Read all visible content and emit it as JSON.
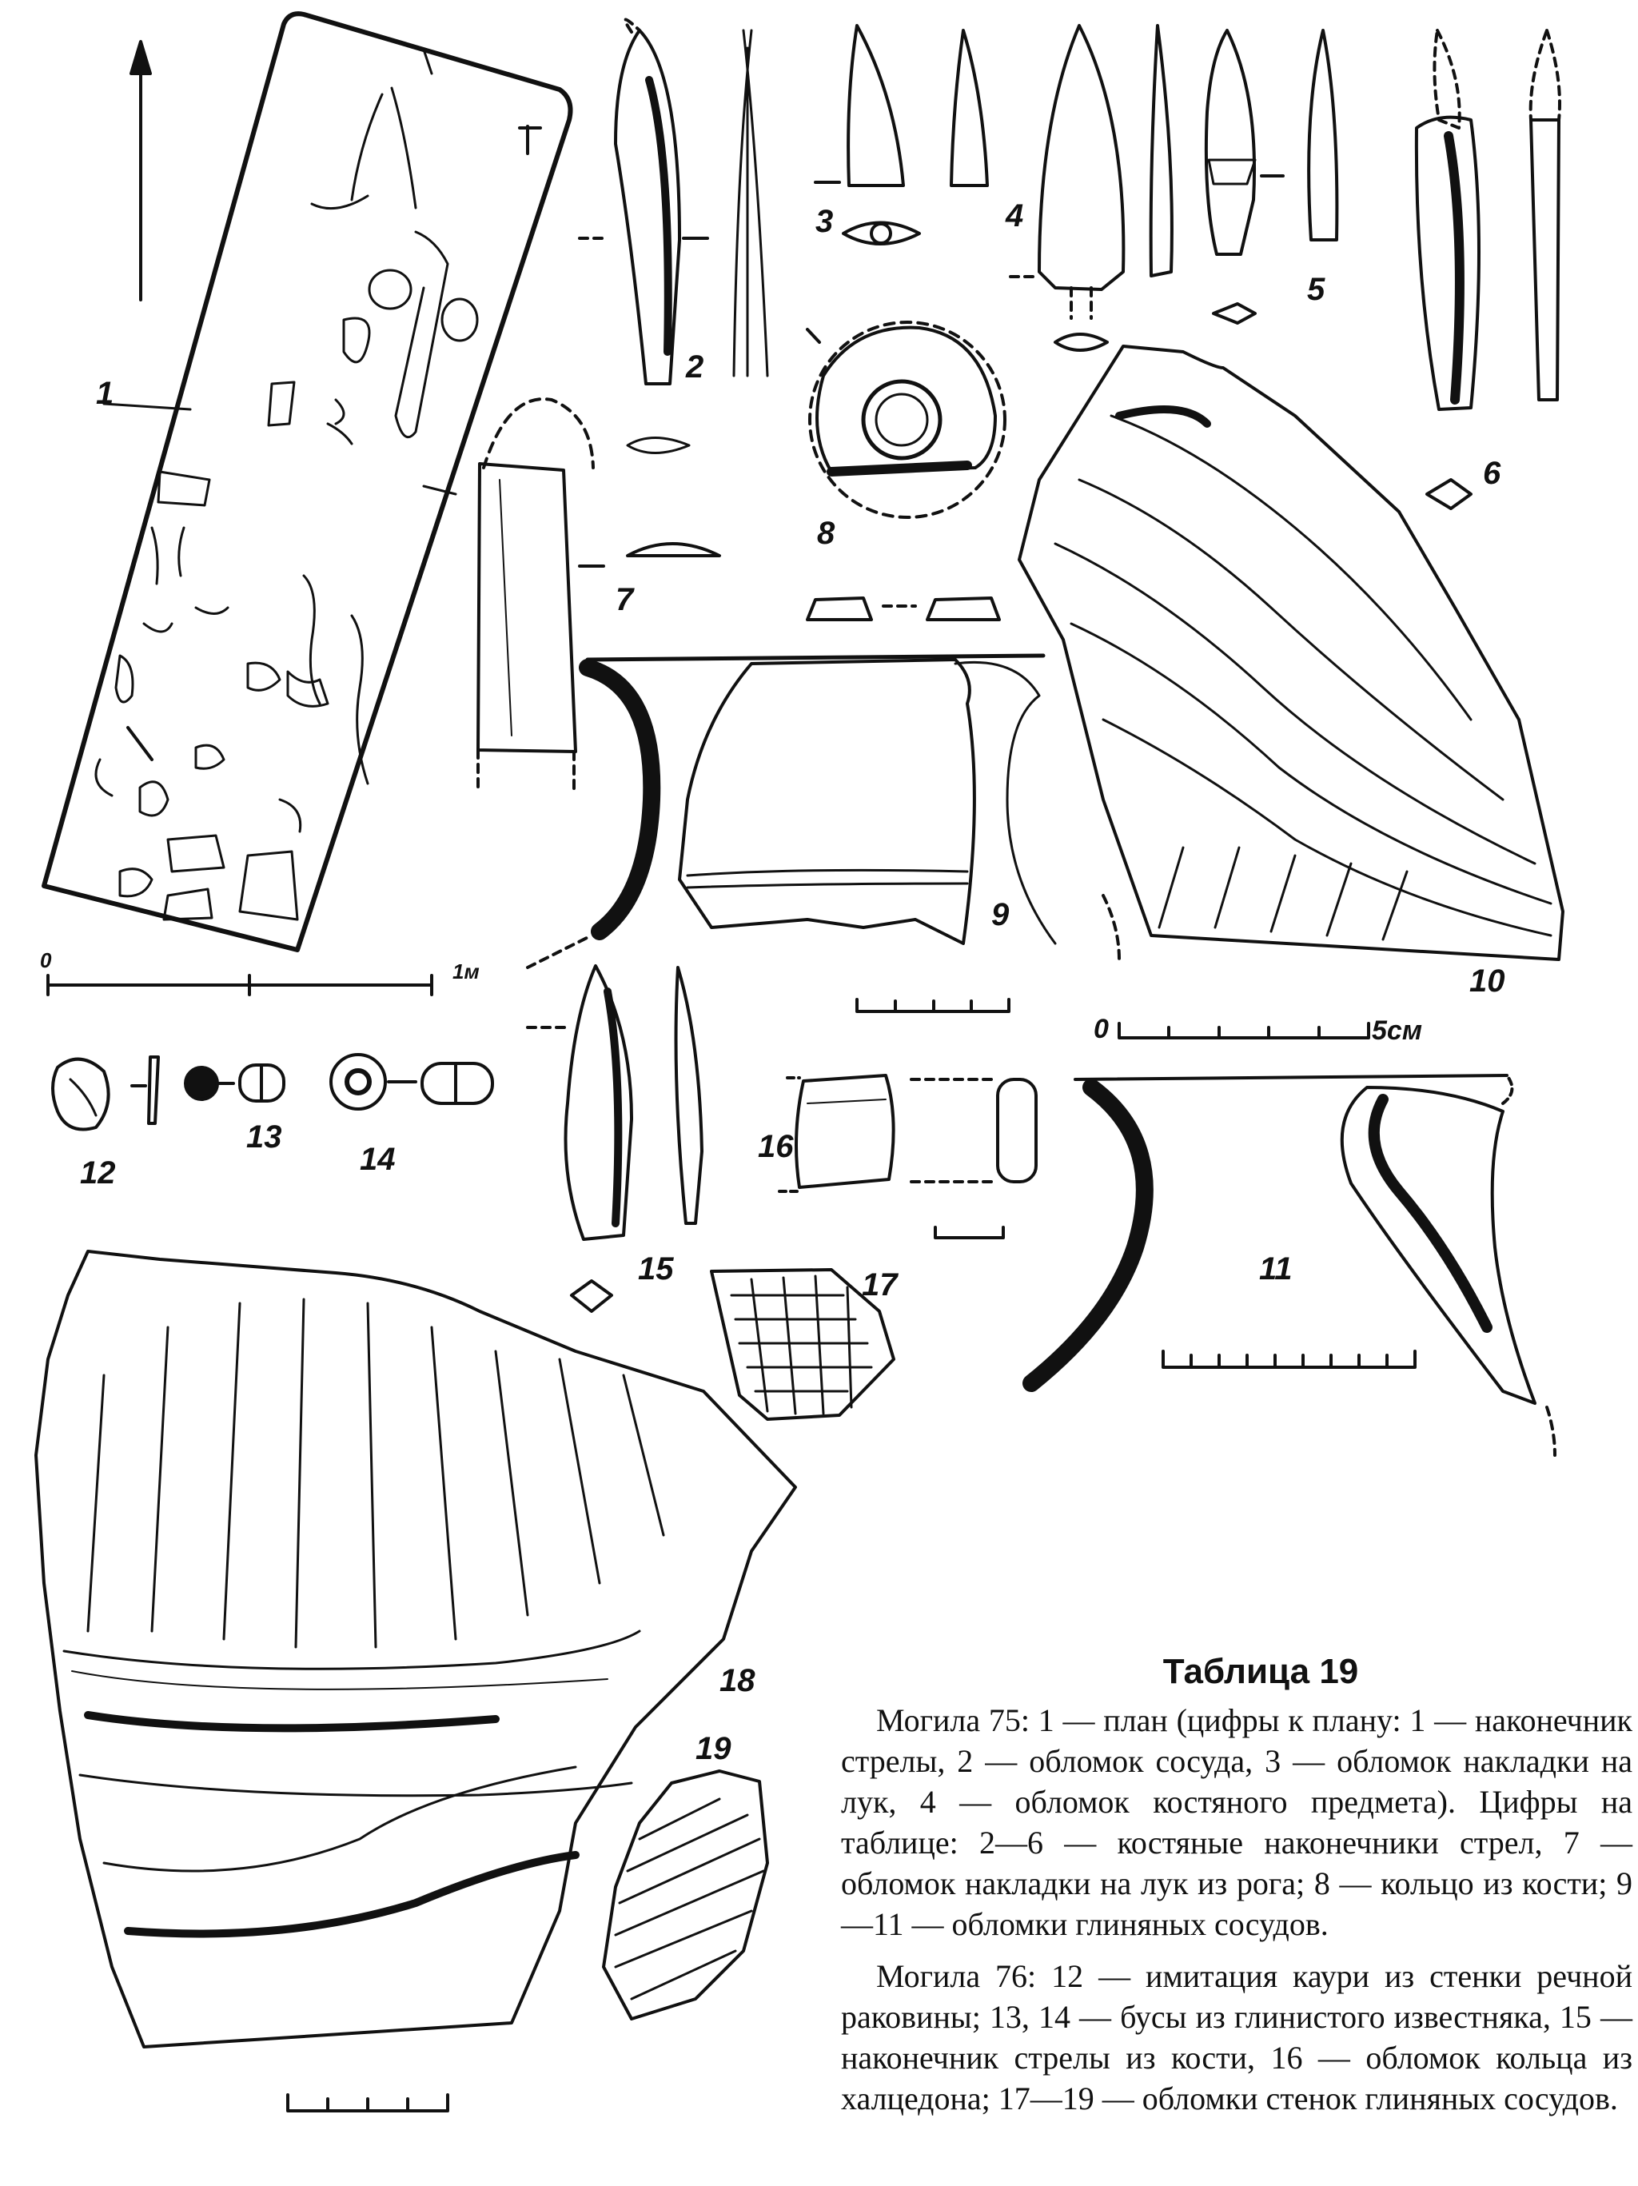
{
  "plate_title": "Таблица 19",
  "caption": {
    "grave75": "Могила 75: 1 — план (цифры к плану: 1 — наконечник стрелы, 2 — обломок сосуда, 3 — обломок накладки на лук, 4 — обломок костяного предмета). Цифры на таблице: 2—6 — костяные наконечники стрел, 7 — обломок накладки на лук из рога; 8 — кольцо из кости; 9—11 — обломки глиняных сосудов.",
    "grave76": "Могила 76: 12 — имитация каури из стенки речной раковины; 13, 14 — бусы из глинистого известняка, 15 — наконечник стрелы из кости, 16 — обломок кольца из халцедона; 17—19 — обломки стенок глиняных сосудов."
  },
  "figure_numbers": [
    "1",
    "2",
    "3",
    "4",
    "5",
    "6",
    "7",
    "8",
    "9",
    "10",
    "11",
    "12",
    "13",
    "14",
    "15",
    "16",
    "17",
    "18",
    "19"
  ],
  "scale_labels": {
    "plan_start": "0",
    "plan_end": "1м",
    "cm_start": "0",
    "cm_end": "5см"
  },
  "colors": {
    "ink": "#111111",
    "paper": "#ffffff"
  }
}
